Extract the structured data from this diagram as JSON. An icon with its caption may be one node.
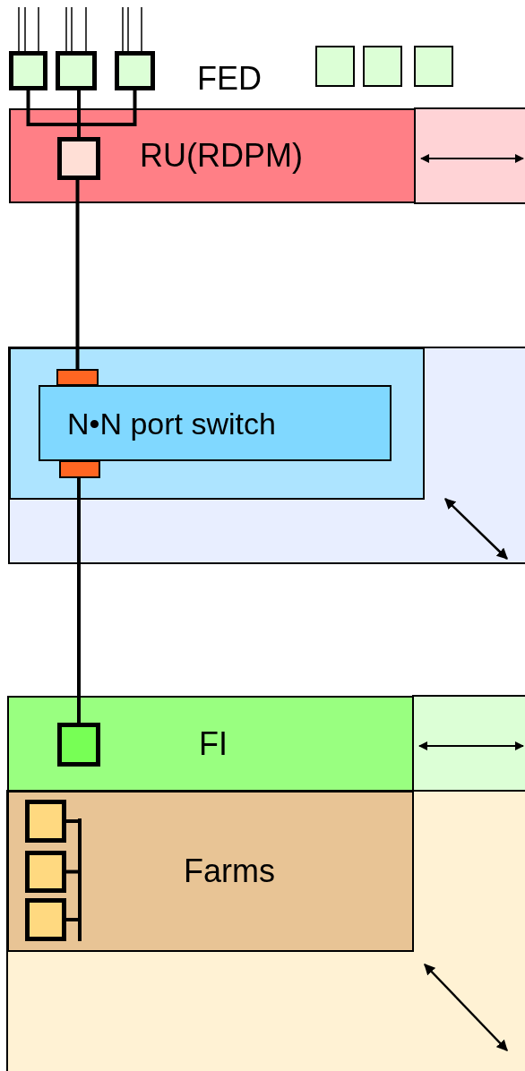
{
  "diagram": {
    "nodes": [
      {
        "text": [],
        "shape": "box"
      },
      {
        "text": [],
        "shape": "box"
      },
      {
        "text": [],
        "shape": "box"
      },
      {
        "text": [],
        "shape": "box"
      },
      {
        "text": [],
        "shape": "box"
      },
      {
        "text": [],
        "shape": "box"
      },
      {
        "text": [
          "RU(RDPM)"
        ]
      },
      {
        "text": [],
        "shape": "box",
        "in": 6
      },
      {
        "text": [],
        "shape": "box"
      },
      {
        "text": [
          "N•N port switch"
        ],
        "in": 8
      },
      {
        "text": [],
        "shape": "box",
        "in": 8
      },
      {
        "text": [],
        "shape": "box",
        "in": 8
      },
      {
        "text": [
          "FI"
        ]
      },
      {
        "text": [],
        "shape": "box",
        "in": 12
      },
      {
        "text": [
          "Farms"
        ]
      },
      {
        "text": [],
        "shape": "box",
        "in": 14
      },
      {
        "text": [],
        "shape": "box",
        "in": 14
      },
      {
        "text": [],
        "shape": "box",
        "in": 14
      },
      {
        "text": [],
        "shape": "bar",
        "in": 14
      }
    ],
    "edges": [
      {
        "from": null,
        "to": 0,
        "arrow": "none"
      },
      {
        "from": null,
        "to": 0,
        "arrow": "none"
      },
      {
        "from": null,
        "to": 0,
        "arrow": "none"
      },
      {
        "from": null,
        "to": 1,
        "arrow": "none"
      },
      {
        "from": null,
        "to": 1,
        "arrow": "none"
      },
      {
        "from": null,
        "to": 1,
        "arrow": "none"
      },
      {
        "from": null,
        "to": 2,
        "arrow": "none"
      },
      {
        "from": null,
        "to": 2,
        "arrow": "none"
      },
      {
        "from": null,
        "to": 2,
        "arrow": "none"
      },
      {
        "from": 0,
        "to": 7,
        "arrow": "none",
        "style": "thick"
      },
      {
        "from": 1,
        "to": 7,
        "arrow": "none",
        "style": "thick"
      },
      {
        "from": 2,
        "to": 7,
        "arrow": "none",
        "style": "thick"
      },
      {
        "from": 7,
        "to": 10,
        "arrow": "none",
        "style": "thick"
      },
      {
        "from": 11,
        "to": 13,
        "arrow": "none",
        "style": "thick"
      },
      {
        "from": 15,
        "to": 18,
        "arrow": "none",
        "style": "thick"
      },
      {
        "from": 16,
        "to": 18,
        "arrow": "none",
        "style": "thick"
      },
      {
        "from": 17,
        "to": 18,
        "arrow": "none",
        "style": "thick"
      }
    ],
    "labels": [
      "FED"
    ]
  }
}
